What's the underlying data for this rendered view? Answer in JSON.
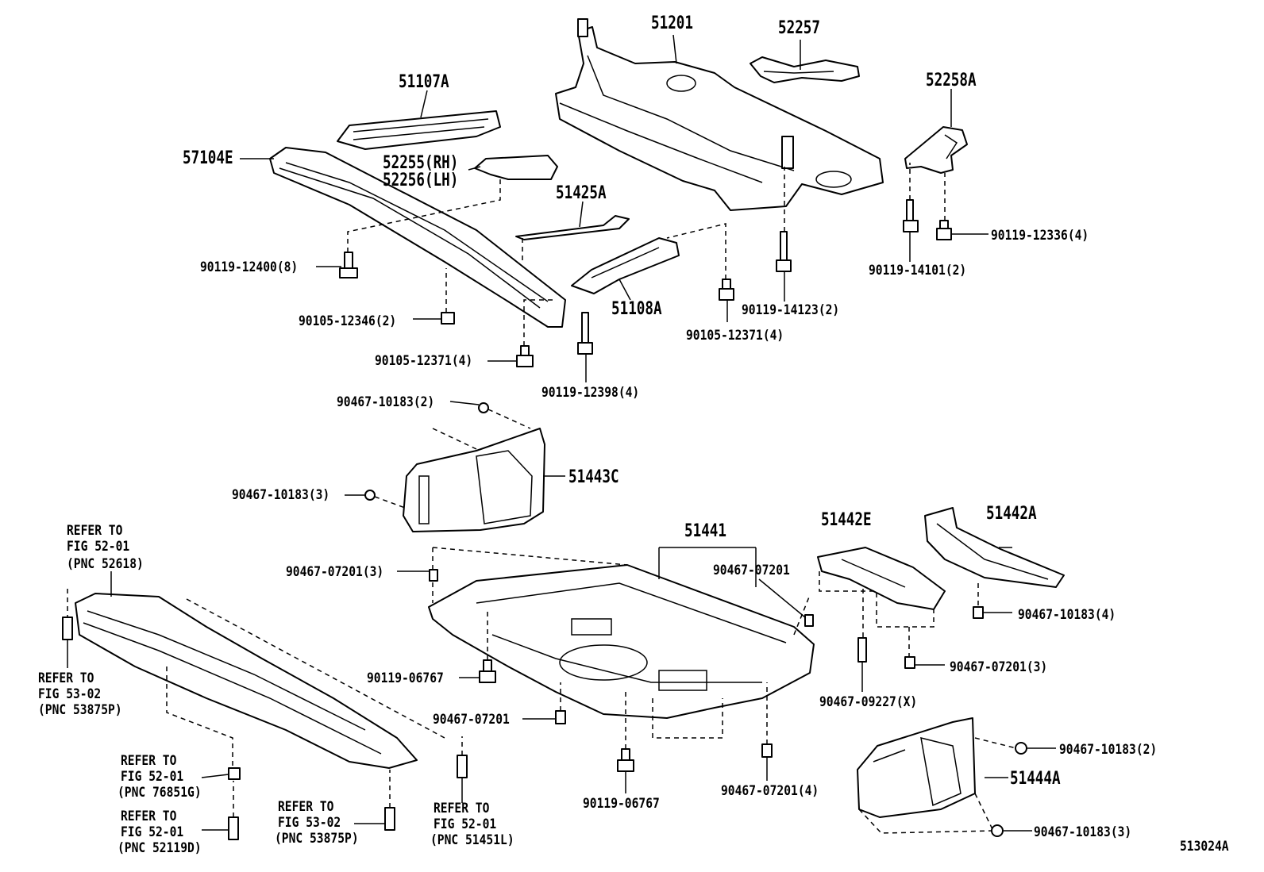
{
  "labels": {
    "p51201": "51201",
    "p52257": "52257",
    "p51107A": "51107A",
    "p52258A": "52258A",
    "p57104E": "57104E",
    "p52255": "52255(RH)",
    "p52256": "52256(LH)",
    "p51425A": "51425A",
    "f90119_12336": "90119-12336(4)",
    "f90119_12400": "90119-12400(8)",
    "f90119_14101": "90119-14101(2)",
    "p51108A": "51108A",
    "f90119_14123": "90119-14123(2)",
    "f90105_12346": "90105-12346(2)",
    "f90105_12371a": "90105-12371(4)",
    "f90105_12371b": "90105-12371(4)",
    "f90119_12398": "90119-12398(4)",
    "f90467_10183_top": "90467-10183(2)",
    "p51443C": "51443C",
    "f90467_10183_mid": "90467-10183(3)",
    "p51441": "51441",
    "p51442E": "51442E",
    "p51442A": "51442A",
    "f90467_07201_left": "90467-07201(3)",
    "f90467_07201_right": "90467-07201",
    "f90467_10183_right": "90467-10183(4)",
    "f90467_07201_r3": "90467-07201(3)",
    "f90119_06767_a": "90119-06767",
    "f90467_09227": "90467-09227(X)",
    "f90467_07201_mid": "90467-07201",
    "f90467_07201_bot4": "90467-07201(4)",
    "f90119_06767_b": "90119-06767",
    "f90467_10183_r2": "90467-10183(2)",
    "p51444A": "51444A",
    "f90467_10183_r3": "90467-10183(3)",
    "diagram_id": "513024A"
  },
  "refs": {
    "r1": [
      "REFER TO",
      "FIG 52-01",
      "(PNC 52618)"
    ],
    "r2": [
      "REFER TO",
      "FIG 53-02",
      "(PNC 53875P)"
    ],
    "r3": [
      "REFER TO",
      "FIG 52-01",
      "(PNC 76851G)"
    ],
    "r4": [
      "REFER TO",
      "FIG 52-01",
      "(PNC 52119D)"
    ],
    "r5": [
      "REFER TO",
      "FIG 53-02",
      "(PNC 53875P)"
    ],
    "r6": [
      "REFER TO",
      "FIG 52-01",
      "(PNC 51451L)"
    ]
  }
}
